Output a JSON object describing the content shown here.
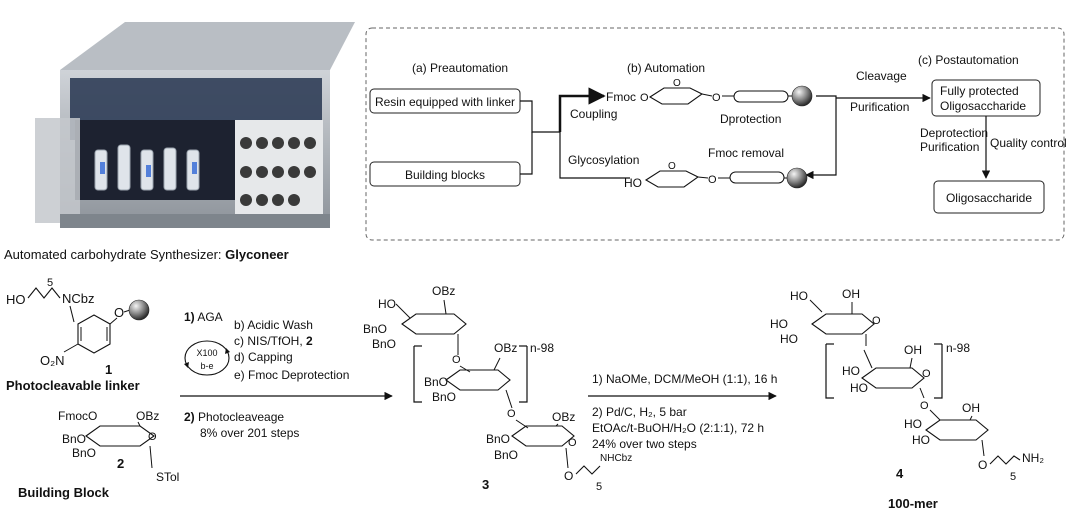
{
  "machine": {
    "caption_prefix": "Automated carbohydrate Synthesizer: ",
    "caption_name": "Glyconeer"
  },
  "workflow": {
    "stage_a": "(a) Preautomation",
    "stage_b": "(b) Automation",
    "stage_c": "(c) Postautomation",
    "resin_box": "Resin equipped with linker",
    "building_box": "Building blocks",
    "coupling": "Coupling",
    "glycosylation": "Glycosylation",
    "fmoc_top": "Fmoc",
    "ho_bottom": "HO",
    "o_label": "O",
    "deprotection_b": "Dprotection",
    "fmoc_removal": "Fmoc removal",
    "cleavage": "Cleavage",
    "purification": "Purification",
    "fully_protected_1": "Fully protected",
    "fully_protected_2": "Oligosaccharide",
    "deprotection_c": "Deprotection",
    "purification_c": "Purification",
    "quality_control": "Quality control",
    "oligo_box": "Oligosaccharide"
  },
  "linker": {
    "ho": "HO",
    "n5": "5",
    "ncbz": "NCbz",
    "o": "O",
    "no2": "O₂N",
    "number": "1",
    "label": "Photocleavable linker"
  },
  "building_block": {
    "fmoco": "FmocO",
    "obz": "OBz",
    "bno1": "BnO",
    "bno2": "BnO",
    "stol": "STol",
    "number": "2",
    "label": "Building Block"
  },
  "steps": {
    "aga_num": "1)",
    "aga": " AGA",
    "b": "b) Acidic Wash",
    "c_prefix": "c) NIS/TfOH, ",
    "c_bold": "2",
    "d": "d) Capping",
    "e": "e) Fmoc Deprotection",
    "cycle_top": "X100",
    "cycle_bottom": "b-e",
    "photo_num": "2)",
    "photo": " Photocleaveage",
    "yield": "8% over 201 steps"
  },
  "compound3": {
    "ho": "HO",
    "obz1": "OBz",
    "bno1": "BnO",
    "bno2": "BnO",
    "o1": "O",
    "obz2": "OBz",
    "nrep": "n-98",
    "bno3": "BnO",
    "bno4": "BnO",
    "o2": "O",
    "obz3": "OBz",
    "bno5": "BnO",
    "bno6": "BnO",
    "o3": "O",
    "o4": "O",
    "nhcbz": "NHCbz",
    "n5": "5",
    "number": "3"
  },
  "conditions": {
    "line1": "1) NaOMe, DCM/MeOH (1:1), 16 h",
    "line2": "2) Pd/C, H₂, 5 bar",
    "line3": "EtOAc/t-BuOH/H₂O (2:1:1), 72 h",
    "line4": "24% over two steps"
  },
  "compound4": {
    "ho1": "HO",
    "oh1": "OH",
    "ho2": "HO",
    "ho3": "HO",
    "o1": "O",
    "nrep": "n-98",
    "oh2": "OH",
    "ho4": "HO",
    "ho5": "HO",
    "o2": "O",
    "o3": "O",
    "oh3": "OH",
    "ho6": "HO",
    "ho7": "HO",
    "o4": "O",
    "nh2": "NH₂",
    "n5": "5",
    "number": "4",
    "label": "100-mer"
  }
}
